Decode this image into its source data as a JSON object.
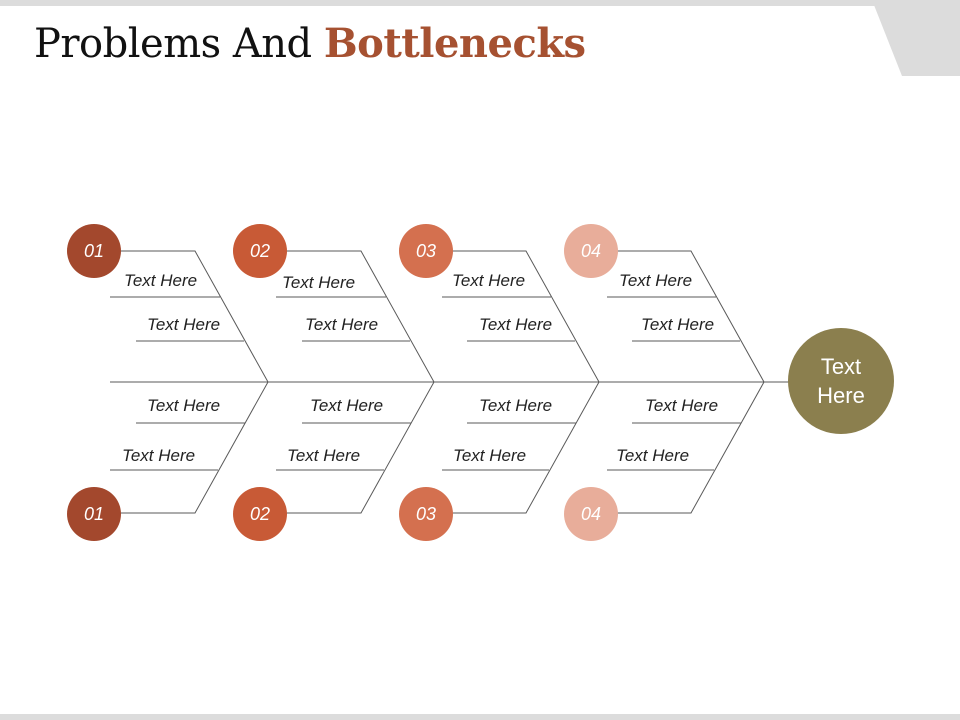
{
  "title": {
    "plain": "Problems And",
    "accent": "Bottlenecks"
  },
  "colors": {
    "accent": "#a65131",
    "bone1": "#a3482d",
    "bone2": "#c85a36",
    "bone3": "#d4704f",
    "bone4": "#e8ad9a",
    "head": "#8b7f4e"
  },
  "head": {
    "line1": "Text",
    "line2": "Here"
  },
  "bones": [
    {
      "top_number": "01",
      "bottom_number": "01",
      "top_labels": [
        "Text Here",
        "Text Here"
      ],
      "bottom_labels": [
        "Text Here",
        "Text Here"
      ]
    },
    {
      "top_number": "02",
      "bottom_number": "02",
      "top_labels": [
        "Text Here",
        "Text Here"
      ],
      "bottom_labels": [
        "Text Here",
        "Text Here"
      ]
    },
    {
      "top_number": "03",
      "bottom_number": "03",
      "top_labels": [
        "Text Here",
        "Text Here"
      ],
      "bottom_labels": [
        "Text Here",
        "Text Here"
      ]
    },
    {
      "top_number": "04",
      "bottom_number": "04",
      "top_labels": [
        "Text Here",
        "Text Here"
      ],
      "bottom_labels": [
        "Text Here",
        "Text Here"
      ]
    }
  ]
}
